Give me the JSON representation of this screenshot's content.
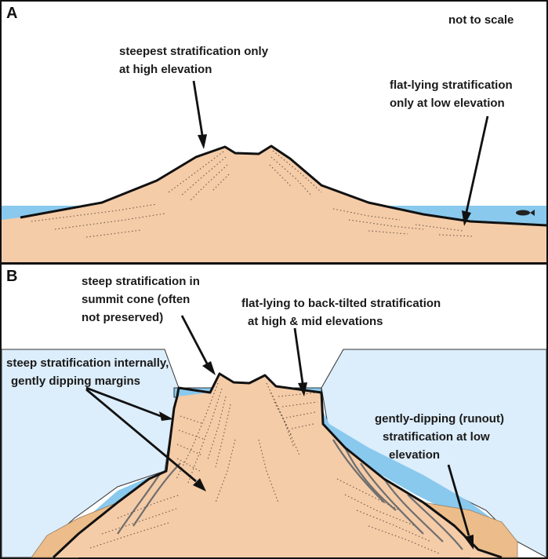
{
  "panel_a": {
    "letter": "A",
    "scale_note": "not to scale",
    "label_steepest": [
      "steepest stratification only",
      "at high elevation"
    ],
    "label_flat": [
      "flat-lying stratification",
      "only at low elevation"
    ]
  },
  "panel_b": {
    "letter": "B",
    "label_summit": [
      "steep stratification in",
      "summit cone (often",
      "not preserved)"
    ],
    "label_backtilted": [
      "flat-lying to back-tilted stratification",
      "at high & mid elevations"
    ],
    "label_internal": [
      "steep stratification internally,",
      "gently dipping margins"
    ],
    "label_runout": [
      "gently-dipping (runout)",
      "stratification at low",
      "elevation"
    ]
  },
  "colors": {
    "water": "#89c9ee",
    "ice": "#dcedfb",
    "sediment": "#f5cca8",
    "rubble": "#ecbd8a",
    "outline": "#111111"
  }
}
